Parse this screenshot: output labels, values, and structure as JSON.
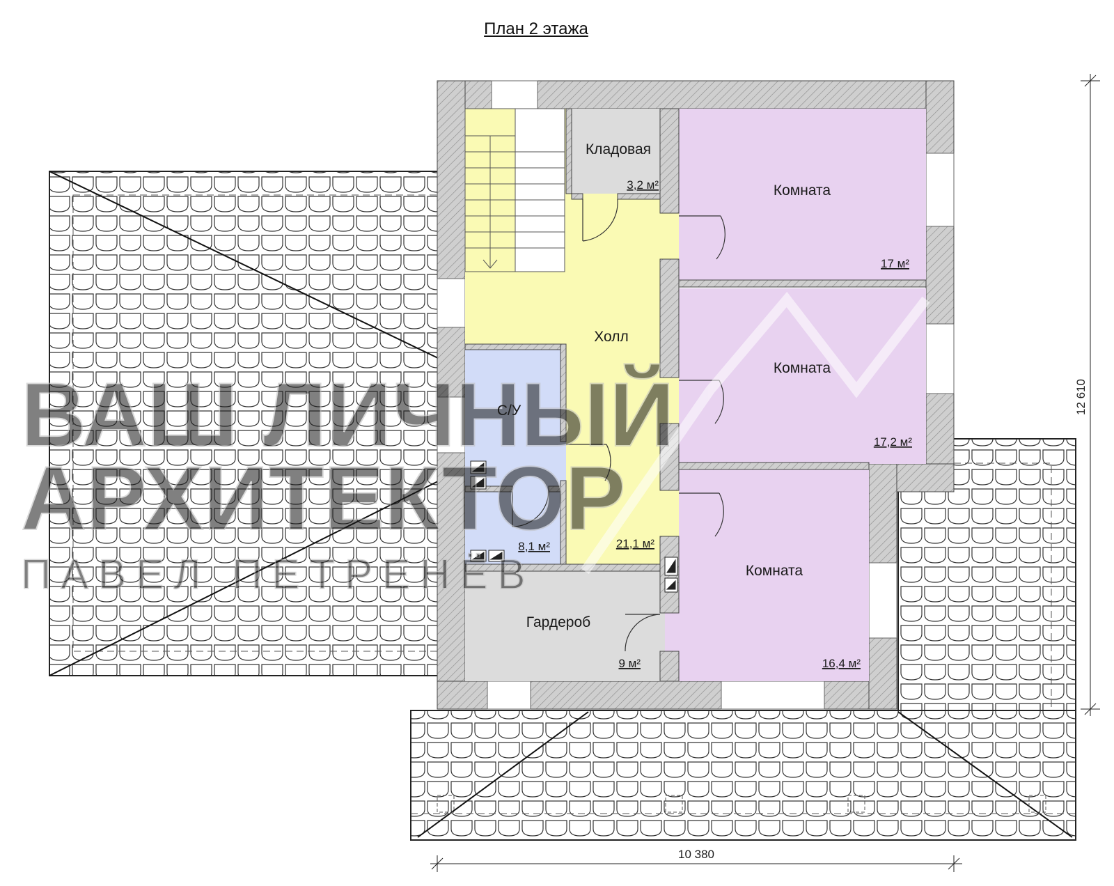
{
  "title": "План 2 этажа",
  "rooms": [
    {
      "name": "Кладовая",
      "area": "3,2 м²"
    },
    {
      "name": "Комната",
      "area": "17 м²"
    },
    {
      "name": "Холл",
      "area": "21,1 м²"
    },
    {
      "name": "Комната",
      "area": "17,2 м²"
    },
    {
      "name": "С/У",
      "area": "8,1 м²"
    },
    {
      "name": "Комната",
      "area": "16,4 м²"
    },
    {
      "name": "Гардероб",
      "area": "9 м²"
    }
  ],
  "dimensions": {
    "width": "10 380",
    "height": "12 610"
  },
  "watermark": {
    "line1": "ВАШ ЛИЧНЫЙ",
    "line2": "АРХИТЕКТОР",
    "line3": "ПАВЕЛ ПЕТРЕНЁВ"
  },
  "colors": {
    "wall": "#c8c8c8",
    "hall": "#fafab4",
    "room": "#e8d2f0",
    "bath": "#d2dcf8",
    "storage": "#dcdcdc"
  }
}
